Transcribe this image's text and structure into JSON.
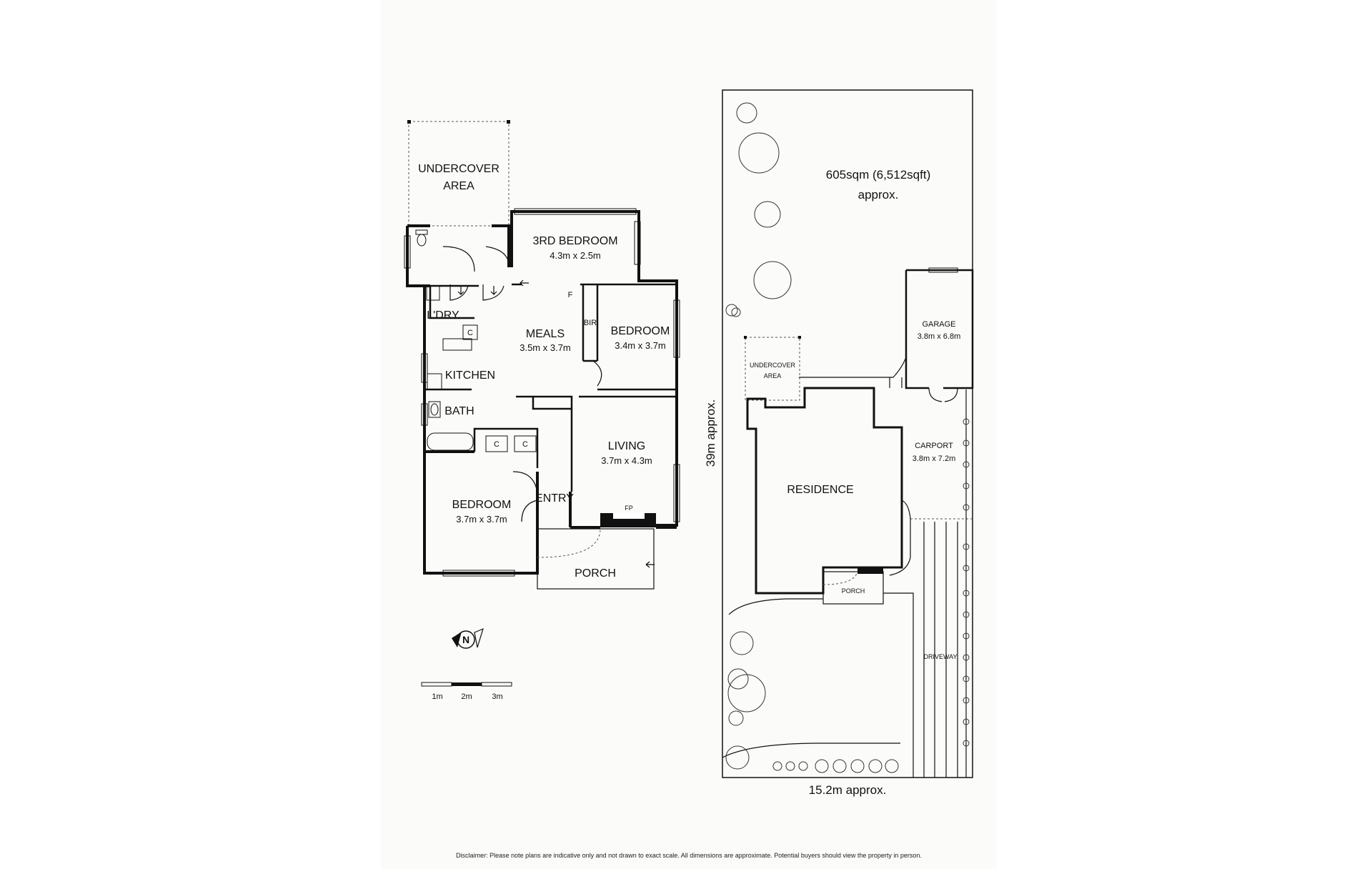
{
  "floor_plan": {
    "rooms": {
      "undercover": {
        "name_line1": "UNDERCOVER",
        "name_line2": "AREA"
      },
      "third_bedroom": {
        "name": "3RD BEDROOM",
        "dims": "4.3m x 2.5m"
      },
      "meals": {
        "name": "MEALS",
        "dims": "3.5m x 3.7m"
      },
      "bedroom_east": {
        "name": "BEDROOM",
        "dims": "3.4m x 3.7m"
      },
      "laundry": {
        "name": "L'DRY"
      },
      "kitchen": {
        "name": "KITCHEN"
      },
      "bath": {
        "name": "BATH"
      },
      "living": {
        "name": "LIVING",
        "dims": "3.7m x 4.3m"
      },
      "bedroom_west": {
        "name": "BEDROOM",
        "dims": "3.7m x 3.7m"
      },
      "entry": {
        "name": "ENTRY"
      },
      "porch": {
        "name": "PORCH"
      }
    },
    "marks": {
      "bir": "BIR",
      "f": "F",
      "fp": "FP",
      "cupboard": "C",
      "north": "N"
    },
    "scale_bar": {
      "labels": [
        "1m",
        "2m",
        "3m"
      ]
    }
  },
  "site_plan": {
    "area_line1": "605sqm (6,512sqft)",
    "area_line2": "approx.",
    "width_label": "15.2m approx.",
    "depth_label": "39m approx.",
    "labels": {
      "residence": "RESIDENCE",
      "undercover_line1": "UNDERCOVER",
      "undercover_line2": "AREA",
      "garage": "GARAGE",
      "garage_dims": "3.8m x 6.8m",
      "carport": "CARPORT",
      "carport_dims": "3.8m x 7.2m",
      "porch": "PORCH",
      "driveway": "DRIVEWAY"
    }
  },
  "disclaimer": "Disclaimer: Please note plans are indicative only and not drawn to exact scale. All dimensions are approximate. Potential buyers should view the property in person."
}
